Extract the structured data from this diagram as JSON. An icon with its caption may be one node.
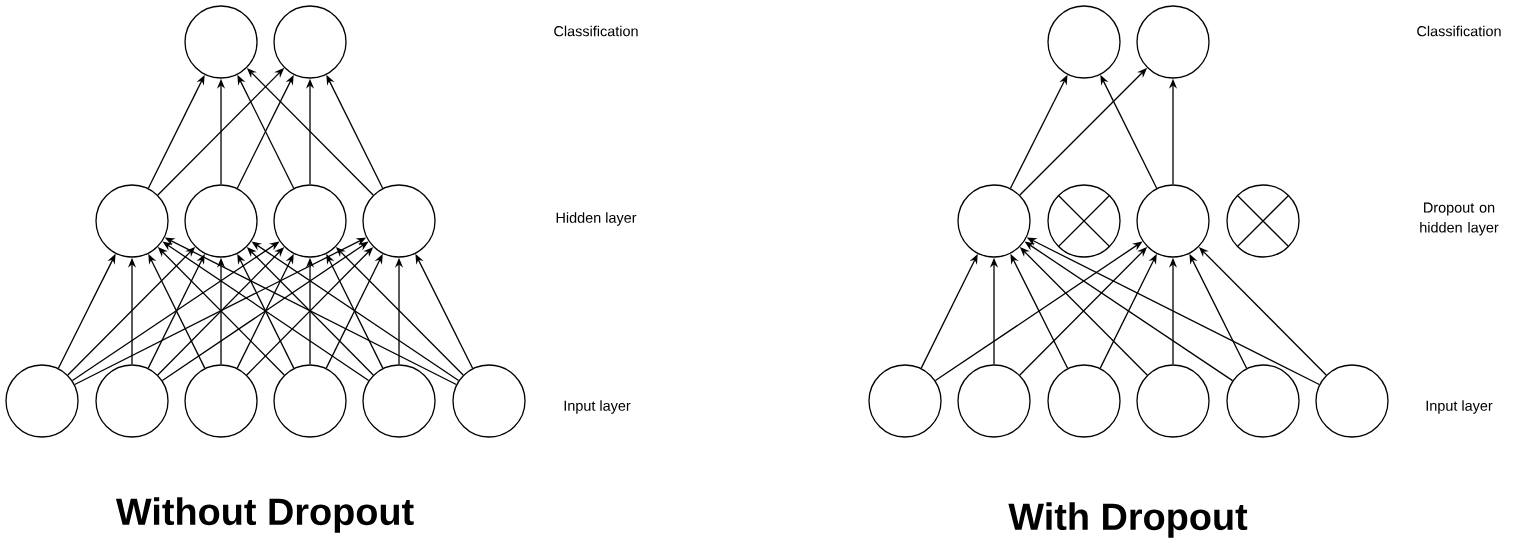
{
  "diagram": {
    "nodes": [
      {
        "text": [],
        "shape": "circle"
      },
      {
        "text": [],
        "shape": "circle"
      },
      {
        "text": [],
        "shape": "circle"
      },
      {
        "text": [],
        "shape": "circle"
      },
      {
        "text": [],
        "shape": "circle"
      },
      {
        "text": [],
        "shape": "circle"
      },
      {
        "text": [],
        "shape": "circle"
      },
      {
        "text": [],
        "shape": "circle"
      },
      {
        "text": [],
        "shape": "circle"
      },
      {
        "text": [],
        "shape": "circle"
      },
      {
        "text": [],
        "shape": "circle"
      },
      {
        "text": [],
        "shape": "circle"
      },
      {
        "text": [],
        "shape": "circle"
      },
      {
        "text": [],
        "shape": "circle"
      },
      {
        "text": [],
        "shape": "circle"
      },
      {
        "text": [],
        "shape": "crossed-circle"
      },
      {
        "text": [],
        "shape": "circle"
      },
      {
        "text": [],
        "shape": "crossed-circle"
      },
      {
        "text": [],
        "shape": "circle"
      },
      {
        "text": [],
        "shape": "circle"
      },
      {
        "text": [],
        "shape": "circle"
      },
      {
        "text": [],
        "shape": "circle"
      },
      {
        "text": [],
        "shape": "circle"
      },
      {
        "text": [],
        "shape": "circle"
      }
    ],
    "edges": [
      {
        "from": 2,
        "to": 0,
        "arrow": "to"
      },
      {
        "from": 2,
        "to": 1,
        "arrow": "to"
      },
      {
        "from": 3,
        "to": 0,
        "arrow": "to"
      },
      {
        "from": 3,
        "to": 1,
        "arrow": "to"
      },
      {
        "from": 4,
        "to": 0,
        "arrow": "to"
      },
      {
        "from": 4,
        "to": 1,
        "arrow": "to"
      },
      {
        "from": 5,
        "to": 0,
        "arrow": "to"
      },
      {
        "from": 5,
        "to": 1,
        "arrow": "to"
      },
      {
        "from": 6,
        "to": 2,
        "arrow": "to"
      },
      {
        "from": 6,
        "to": 3,
        "arrow": "to"
      },
      {
        "from": 6,
        "to": 4,
        "arrow": "to"
      },
      {
        "from": 6,
        "to": 5,
        "arrow": "to"
      },
      {
        "from": 7,
        "to": 2,
        "arrow": "to"
      },
      {
        "from": 7,
        "to": 3,
        "arrow": "to"
      },
      {
        "from": 7,
        "to": 4,
        "arrow": "to"
      },
      {
        "from": 7,
        "to": 5,
        "arrow": "to"
      },
      {
        "from": 8,
        "to": 2,
        "arrow": "to"
      },
      {
        "from": 8,
        "to": 3,
        "arrow": "to"
      },
      {
        "from": 8,
        "to": 4,
        "arrow": "to"
      },
      {
        "from": 8,
        "to": 5,
        "arrow": "to"
      },
      {
        "from": 9,
        "to": 2,
        "arrow": "to"
      },
      {
        "from": 9,
        "to": 3,
        "arrow": "to"
      },
      {
        "from": 9,
        "to": 4,
        "arrow": "to"
      },
      {
        "from": 9,
        "to": 5,
        "arrow": "to"
      },
      {
        "from": 10,
        "to": 2,
        "arrow": "to"
      },
      {
        "from": 10,
        "to": 3,
        "arrow": "to"
      },
      {
        "from": 10,
        "to": 4,
        "arrow": "to"
      },
      {
        "from": 10,
        "to": 5,
        "arrow": "to"
      },
      {
        "from": 11,
        "to": 2,
        "arrow": "to"
      },
      {
        "from": 11,
        "to": 3,
        "arrow": "to"
      },
      {
        "from": 11,
        "to": 4,
        "arrow": "to"
      },
      {
        "from": 11,
        "to": 5,
        "arrow": "to"
      },
      {
        "from": 14,
        "to": 12,
        "arrow": "to"
      },
      {
        "from": 14,
        "to": 13,
        "arrow": "to"
      },
      {
        "from": 16,
        "to": 12,
        "arrow": "to"
      },
      {
        "from": 16,
        "to": 13,
        "arrow": "to"
      },
      {
        "from": 18,
        "to": 14,
        "arrow": "to"
      },
      {
        "from": 18,
        "to": 16,
        "arrow": "to"
      },
      {
        "from": 19,
        "to": 14,
        "arrow": "to"
      },
      {
        "from": 19,
        "to": 16,
        "arrow": "to"
      },
      {
        "from": 20,
        "to": 14,
        "arrow": "to"
      },
      {
        "from": 20,
        "to": 16,
        "arrow": "to"
      },
      {
        "from": 21,
        "to": 14,
        "arrow": "to"
      },
      {
        "from": 21,
        "to": 16,
        "arrow": "to"
      },
      {
        "from": 22,
        "to": 14,
        "arrow": "to"
      },
      {
        "from": 22,
        "to": 16,
        "arrow": "to"
      },
      {
        "from": 23,
        "to": 14,
        "arrow": "to"
      },
      {
        "from": 23,
        "to": 16,
        "arrow": "to"
      }
    ],
    "labels": [
      "Classification",
      "Hidden layer",
      "Input layer",
      "Without Dropout",
      "Classification",
      "Dropout on hidden layer",
      "Input layer",
      "With Dropout"
    ]
  }
}
